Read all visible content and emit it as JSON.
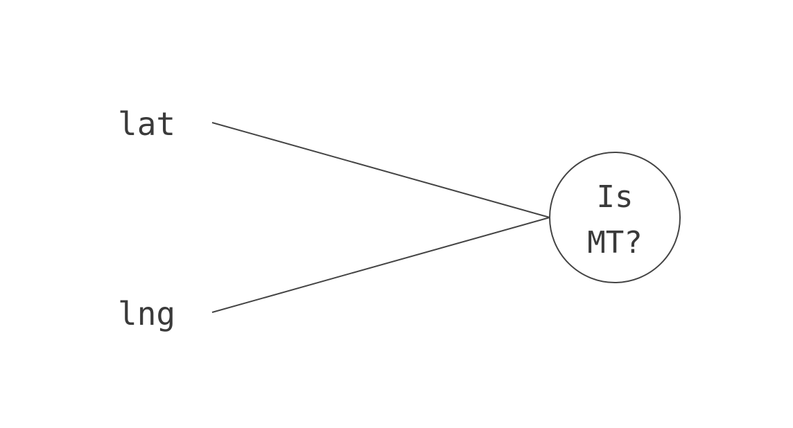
{
  "inputs": [
    {
      "label": "lat"
    },
    {
      "label": "lng"
    }
  ],
  "output_node": {
    "label_lines": [
      "Is",
      "MT?"
    ]
  },
  "colors": {
    "stroke": "#444444",
    "text": "#3a3a3a",
    "background": "#ffffff"
  }
}
